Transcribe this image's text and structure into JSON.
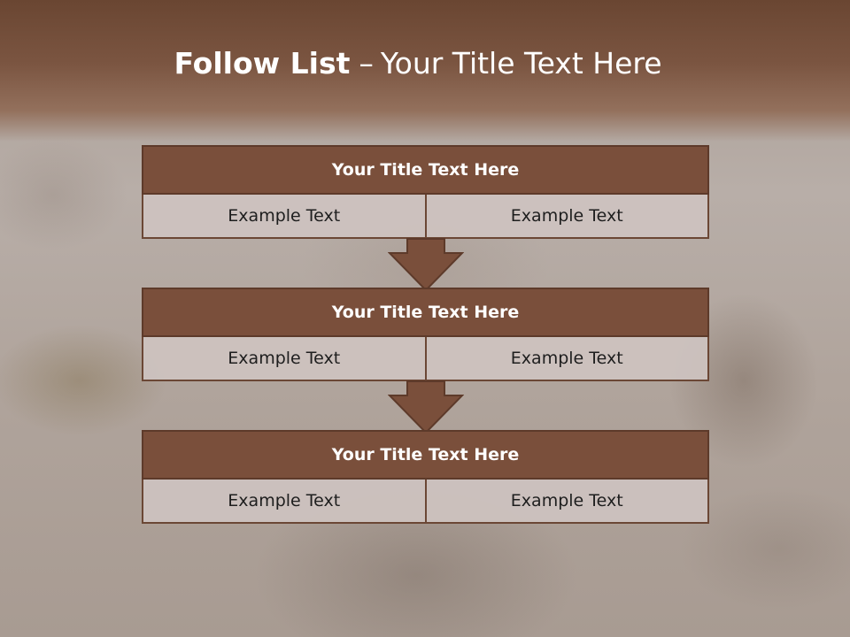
{
  "slide": {
    "title_bold": "Follow List",
    "title_separator": "–",
    "title_rest": "Your Title Text Here"
  },
  "blocks": [
    {
      "header": "Your Title Text Here",
      "left": "Example Text",
      "right": "Example Text"
    },
    {
      "header": "Your Title Text Here",
      "left": "Example Text",
      "right": "Example Text"
    },
    {
      "header": "Your Title Text Here",
      "left": "Example Text",
      "right": "Example Text"
    }
  ],
  "colors": {
    "header_fill": "#7a4f3b",
    "cell_fill": "#cdc3c0",
    "arrow_fill": "#7a4f3b",
    "band": "#6a4632"
  }
}
